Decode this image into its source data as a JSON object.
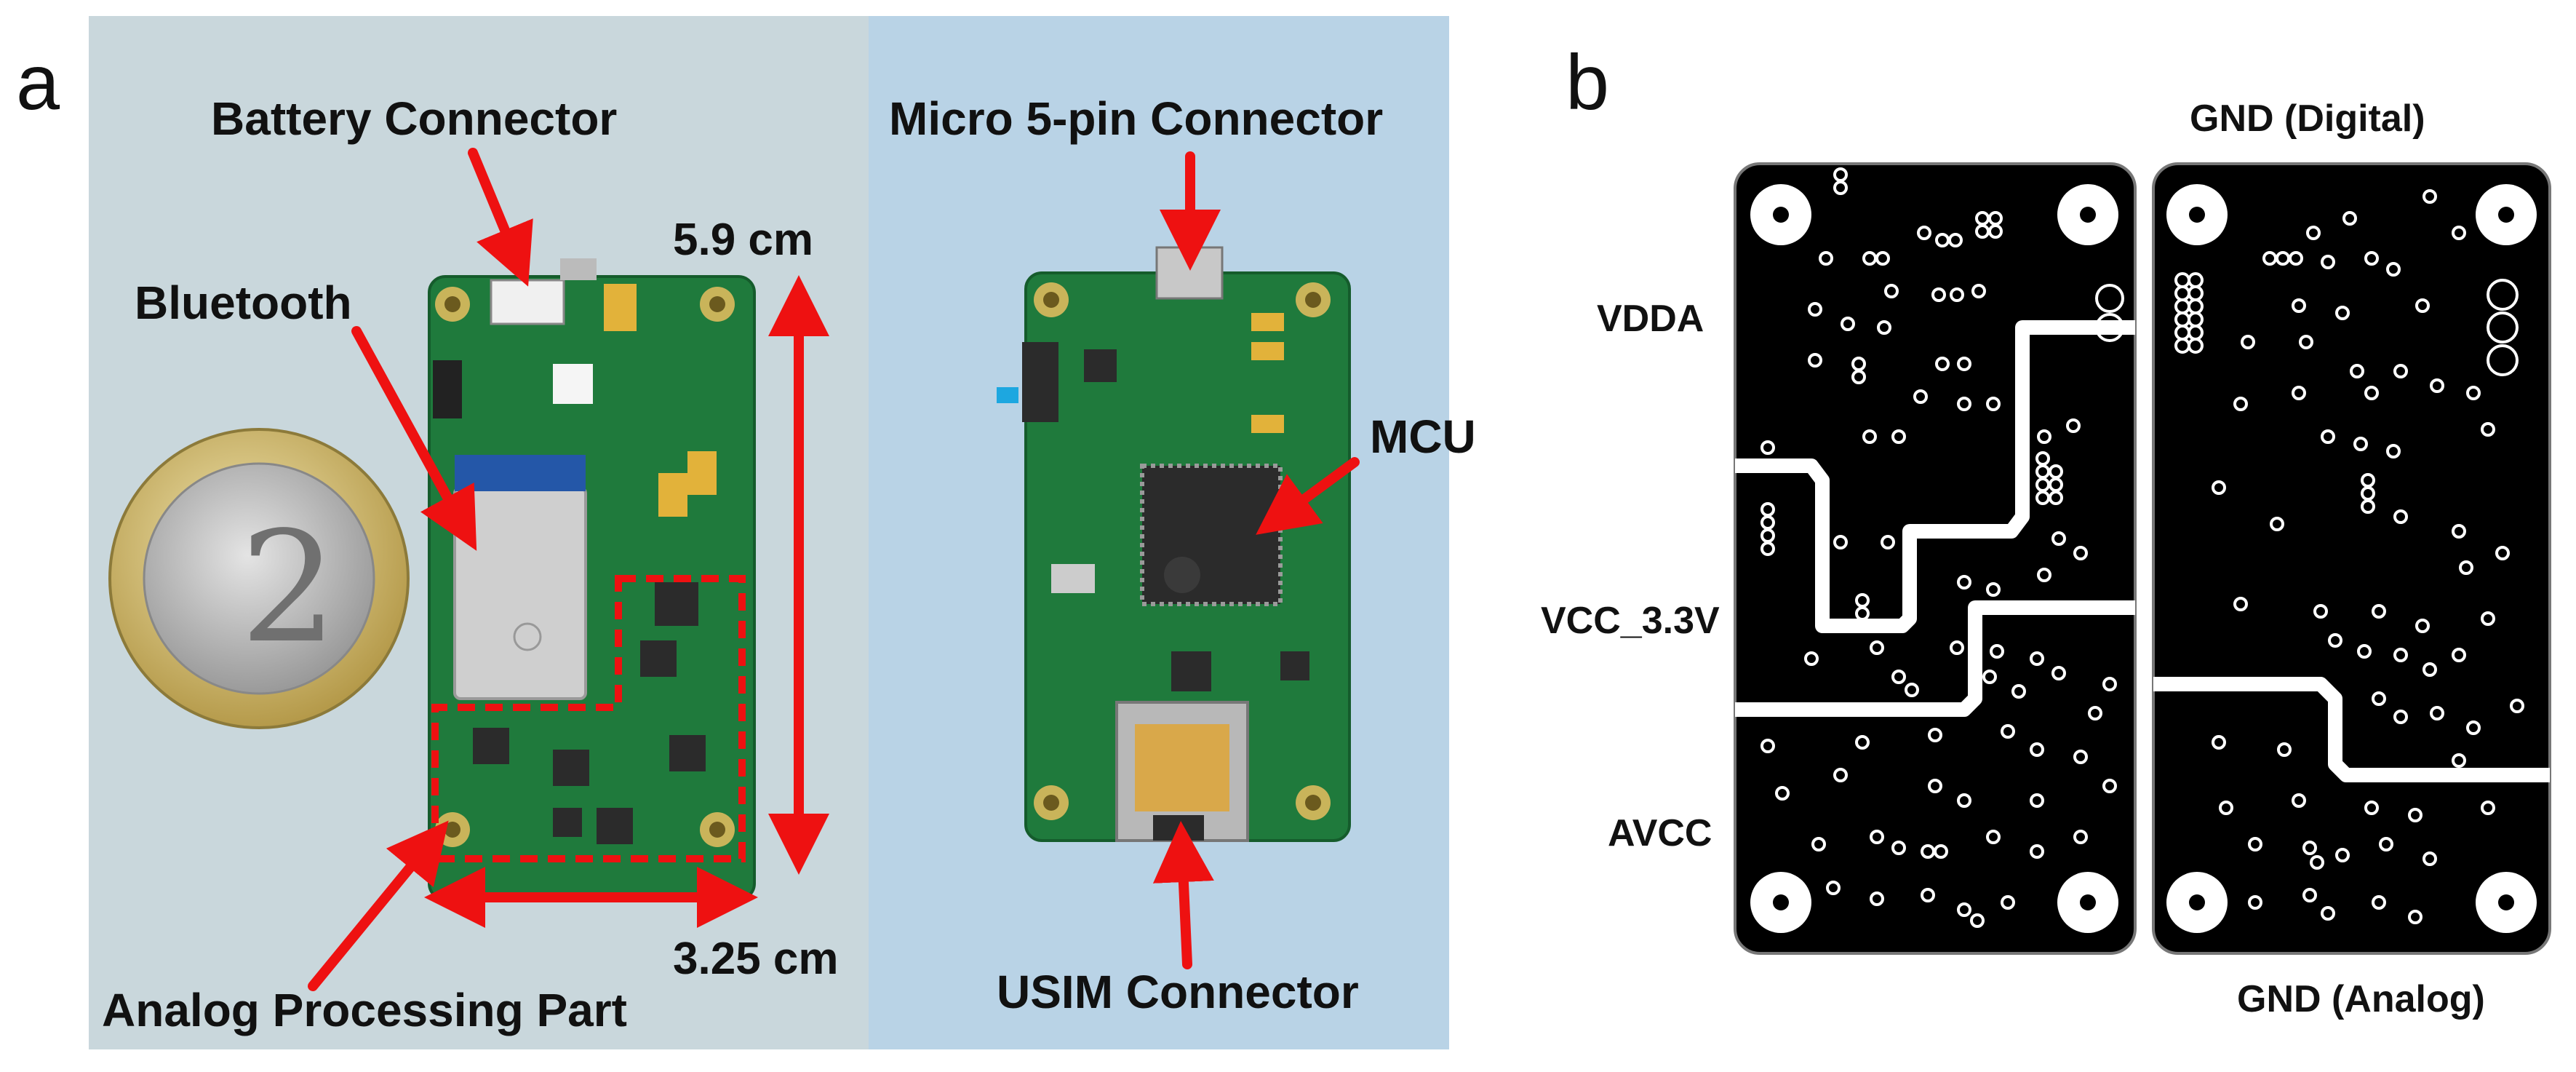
{
  "figure": {
    "panel_a": {
      "letter": "a",
      "labels": {
        "battery_connector": "Battery Connector",
        "bluetooth": "Bluetooth",
        "dimension_height": "5.9 cm",
        "dimension_width": "3.25 cm",
        "analog_processing": "Analog Processing Part",
        "micro_connector": "Micro 5-pin Connector",
        "mcu": "MCU",
        "usim_connector": "USIM Connector"
      },
      "coin_text": "2",
      "colors": {
        "arrow": "#ee1111",
        "pcb": "#1f7a3c",
        "left_bg": "#c9d7dc",
        "right_bg": "#b7d2e6"
      }
    },
    "panel_b": {
      "letter": "b",
      "labels": {
        "gnd_digital": "GND (Digital)",
        "vdda": "VDDA",
        "vcc": "VCC_3.3V",
        "avcc": "AVCC",
        "gnd_analog": "GND (Analog)"
      },
      "colors": {
        "board": "#000000",
        "trace": "#ffffff"
      }
    }
  }
}
